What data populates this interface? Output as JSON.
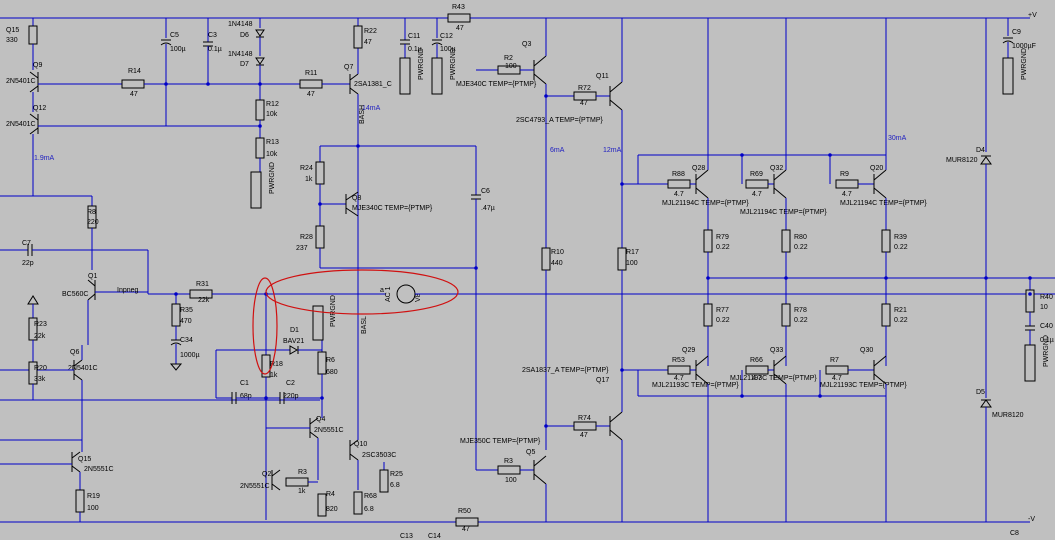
{
  "rails": {
    "vplus": "+V",
    "vminus": "-V"
  },
  "nodes": {
    "inpneg": "Inpneg",
    "bash_top": "BASH",
    "bash_bot": "BASL"
  },
  "annotations": {
    "i_q12": "1.9mA",
    "i_q7": "14mA",
    "i_q3": "6mA",
    "i_q11": "12mA",
    "i_q20": "30mA"
  },
  "components": {
    "q15": "Q15",
    "q15v": "330",
    "q9": "Q9",
    "q9v": "2N5401C",
    "q12": "Q12",
    "q12v": "2N5401C",
    "r14": "R14",
    "r14v": "47",
    "c5": "C5",
    "c5v": "100µ",
    "c3": "C3",
    "c3v": "0.1µ",
    "d6": "1N4148",
    "d6n": "D6",
    "d7": "1N4148",
    "d7n": "D7",
    "r12": "R12",
    "r12v": "10k",
    "r13": "R13",
    "r13v": "10k",
    "r11": "R11",
    "r11v": "47",
    "q7": "Q7",
    "q7v": "2SA1381_C",
    "r22": "R22",
    "r22v": "47",
    "c11": "C11",
    "c11v": "0.1µ",
    "c12": "C12",
    "c12v": "100µ",
    "r43": "R43",
    "r43v": "47",
    "r2": "R2",
    "r2v": "100",
    "q3": "Q3",
    "q3v": "MJE340C TEMP={PTMP}",
    "r72": "R72",
    "r72v": "47",
    "q11": "Q11",
    "q11v": "2SC4793_A TEMP={PTMP}",
    "c9": "C9",
    "c9v": "1000µF",
    "r8": "R8",
    "r8v": "220",
    "c7": "C7",
    "c7v": "22p",
    "r24": "R24",
    "r24v": "1k",
    "q8": "Q8",
    "q8v": "MJE340C TEMP={PTMP}",
    "c6": "C6",
    "c6v": ".47µ",
    "r28": "R28",
    "r28v": "237",
    "q1": "Q1",
    "q1v": "BC560C",
    "r31": "R31",
    "r31v": "22k",
    "r10": "R10",
    "r10v": "440",
    "r17": "R17",
    "r17v": "100",
    "r88": "R88",
    "r88v": "4.7",
    "q28": "Q28",
    "q28v": "MJL21194C TEMP={PTMP}",
    "r69": "R69",
    "r69v": "4.7",
    "q32": "Q32",
    "q32v": "MJL21194C TEMP={PTMP}",
    "r9": "R9",
    "r9v": "4.7",
    "q20": "Q20",
    "q20v": "MJL21194C TEMP={PTMP}",
    "d4": "D4",
    "d4v": "MUR8120",
    "r79": "R79",
    "r79v": "0.22",
    "r80": "R80",
    "r80v": "0.22",
    "r39": "R39",
    "r39v": "0.22",
    "r23": "R23",
    "r23v": "22k",
    "r35": "R35",
    "r35v": "470",
    "c34": "C34",
    "c34v": "1000µ",
    "d1": "D1",
    "d1v": "BAV21",
    "r18": "R18",
    "r18v": "1k",
    "r6": "R6",
    "r6v": "680",
    "vs": "a",
    "vsn": "AC 1",
    "vsv": "V8",
    "r77": "R77",
    "r77v": "0.22",
    "r78": "R78",
    "r78v": "0.22",
    "r21": "R21",
    "r21v": "0.22",
    "r40": "R40",
    "r40v": "10",
    "c40": "C40",
    "c40v": "0.1µ",
    "q6": "Q6",
    "q6v": "2N5401C",
    "r20": "R20",
    "r20v": "33k",
    "c1": "C1",
    "c1v": "68p",
    "c2": "C2",
    "c2v": "220p",
    "r53": "R53",
    "r53v": "4.7",
    "q29": "Q29",
    "q29v": "MJL21193C TEMP={PTMP}",
    "r66": "R66",
    "r66v": "4.7",
    "q33": "Q33",
    "q33v": "MJL21193C TEMP={PTMP}",
    "r7": "R7",
    "r7v": "4.7",
    "q30": "Q30",
    "q30v": "MJL21193C TEMP={PTMP}",
    "d5": "D5",
    "d5v": "MUR8120",
    "q17": "Q17",
    "q17v": "2SA1837_A TEMP={PTMP}",
    "r74": "R74",
    "r74v": "47",
    "q4": "Q4",
    "q4v": "2N5551C",
    "q10": "Q10",
    "q10v": "2SC3503C",
    "q5": "Q5",
    "q5v": "MJE350C TEMP={PTMP}",
    "r3b": "R3",
    "r3bv": "100",
    "q16": "Q15",
    "q16v": "2N5551C",
    "r19": "R19",
    "r19v": "100",
    "q2": "Q2",
    "q2v": "2N5551C",
    "r3": "R3",
    "r3v": "1k",
    "r4": "R4",
    "r4v": "820",
    "r25": "R25",
    "r25v": "6.8",
    "r68": "R68",
    "r68v": "6.8",
    "r50": "R50",
    "r50v": "47",
    "c13": "C13",
    "c14": "C14",
    "c8": "C8"
  },
  "power_labels": {
    "pvrg": "PWRGND"
  }
}
